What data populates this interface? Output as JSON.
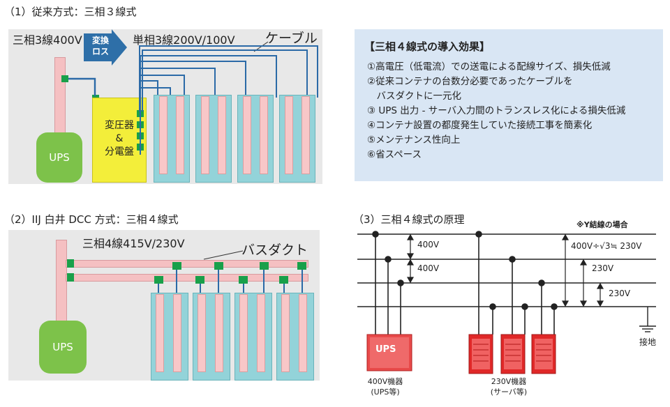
{
  "section1": {
    "title": "（1）従来方式：三相３線式",
    "label_input": "三相3線400V",
    "arrow_label_1": "変換",
    "arrow_label_2": "ロス",
    "label_output": "単相3線200V/100V",
    "label_cable": "ケーブル",
    "ups_label": "UPS",
    "transformer_line1": "変圧器",
    "transformer_line2": "&",
    "transformer_line3": "分電盤"
  },
  "benefits": {
    "title": "【三相４線式の導入効果】",
    "items": [
      "①高電圧（低電流）での送電による配線サイズ、損失低減",
      "②従来コンテナの台数分必要であったケーブルを",
      "　バスダクトに一元化",
      "③ UPS 出力 - サーバ入力間のトランスレス化による損失低減",
      "④コンテナ設置の都度発生していた接続工事を簡素化",
      "⑤メンテナンス性向上",
      "⑥省スペース"
    ]
  },
  "section2": {
    "title": "（2）IIJ 白井 DCC 方式：三相４線式",
    "label_voltage": "三相4線415V/230V",
    "label_busduct": "バスダクト",
    "ups_label": "UPS"
  },
  "section3": {
    "title": "（3）三相４線式の原理",
    "note": "※Y結線の場合",
    "v1": "400V",
    "v2": "400V",
    "v3": "230V",
    "v4": "230V",
    "formula": "400V÷√3≒ 230V",
    "ground": "接地",
    "ups_label": "UPS",
    "cap_left_1": "400V機器",
    "cap_left_2": "(UPS等)",
    "cap_right_1": "230V機器",
    "cap_right_2": "(サーバ等)"
  },
  "colors": {
    "green_ups": "#7dc24a",
    "yellow_transformer": "#f3ee3a",
    "cable_blue": "#2b6aa7",
    "container_teal": "#93d3d9",
    "rack_pink": "#f8c7c8",
    "connector_green": "#19a04a",
    "benefits_bg": "#d9e6f4",
    "equipment_red": "#e02020"
  }
}
